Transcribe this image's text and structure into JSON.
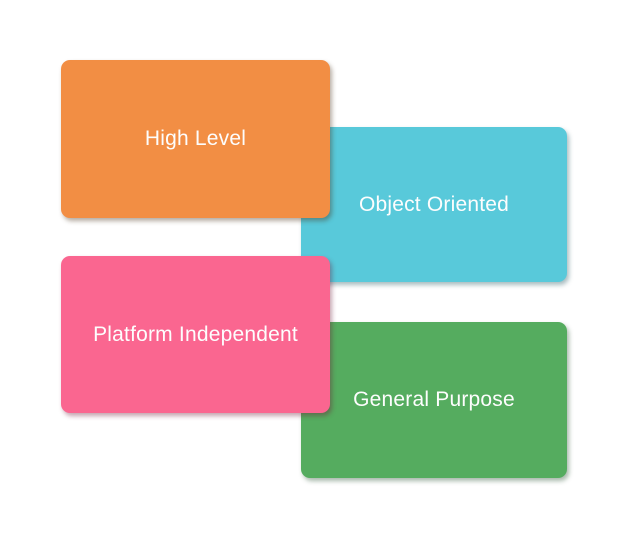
{
  "diagram": {
    "type": "overlapping-rounded-rectangles",
    "background_color": "#ffffff",
    "text_color": "#ffffff",
    "boxes": [
      {
        "id": "high-level",
        "label": "High Level",
        "color": "#f28e44",
        "color_name": "orange",
        "position": "top-left",
        "layer": "front"
      },
      {
        "id": "object-oriented",
        "label": "Object Oriented",
        "color": "#58c9da",
        "color_name": "cyan",
        "position": "middle-right",
        "layer": "back"
      },
      {
        "id": "platform-independent",
        "label": "Platform Independent",
        "color": "#fa6690",
        "color_name": "pink",
        "position": "bottom-left",
        "layer": "front"
      },
      {
        "id": "general-purpose",
        "label": "General Purpose",
        "color": "#55ac5f",
        "color_name": "green",
        "position": "bottom-right",
        "layer": "back"
      }
    ]
  }
}
